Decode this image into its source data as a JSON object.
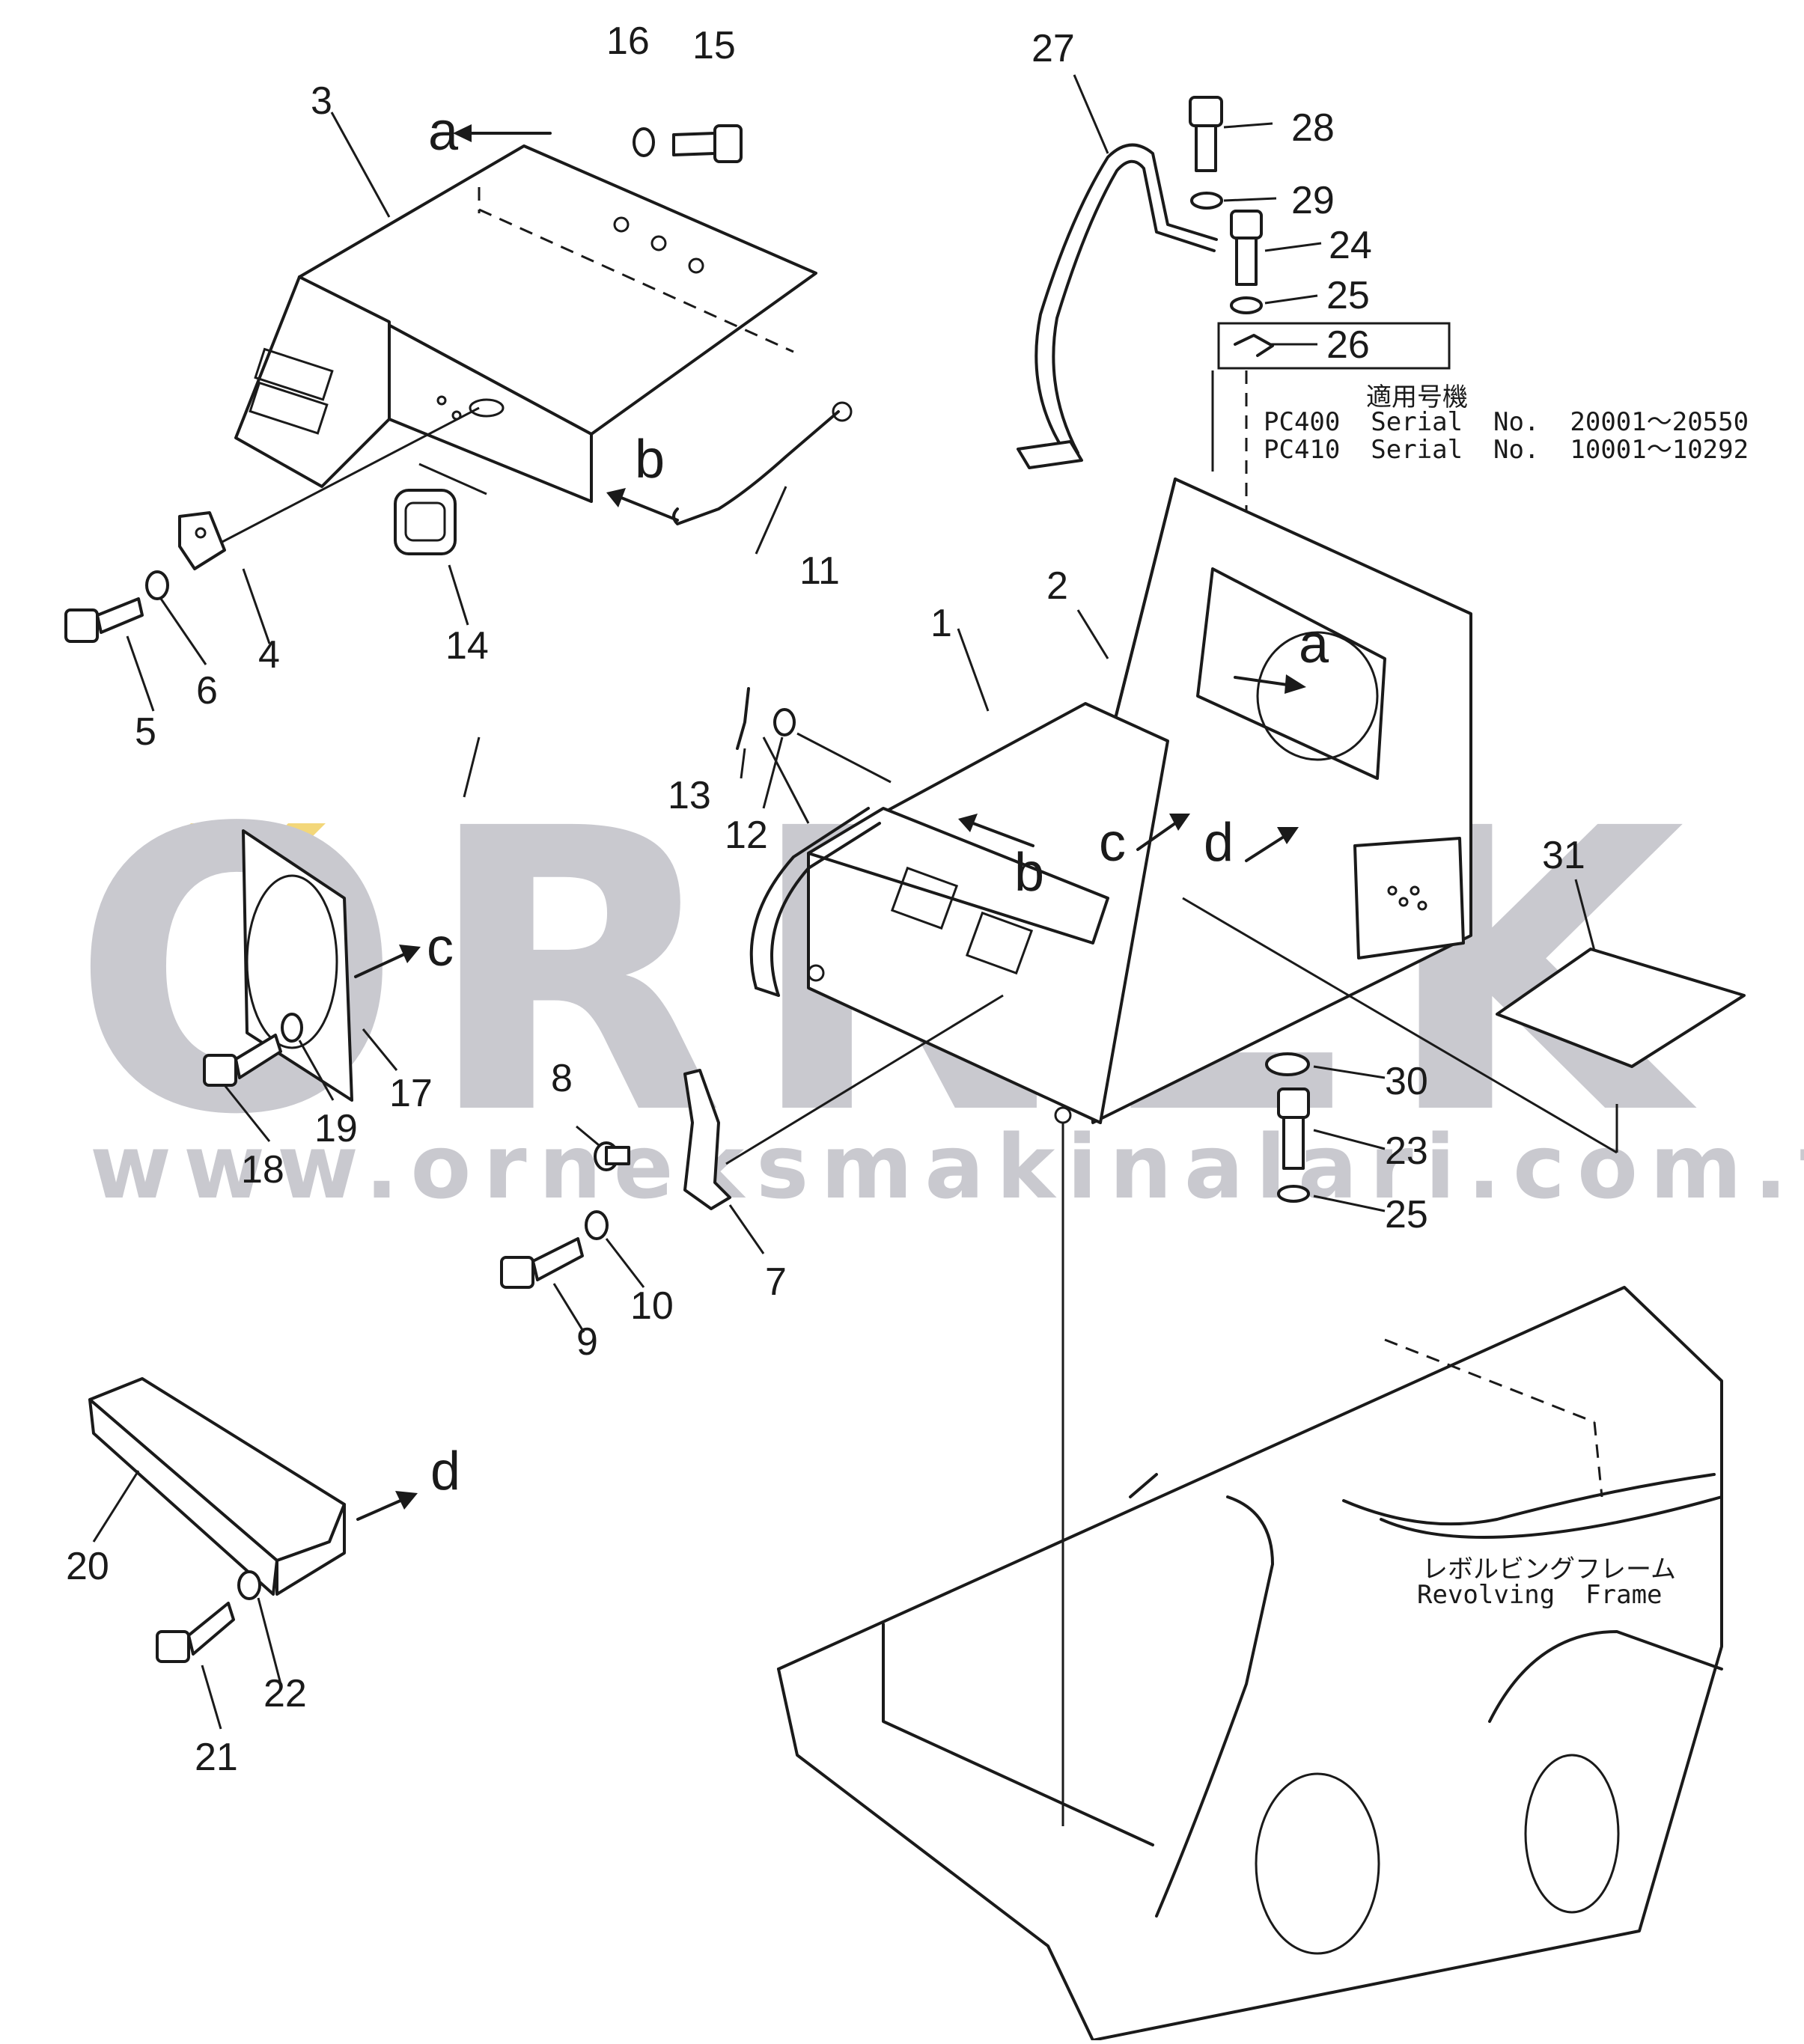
{
  "watermark": {
    "brand": "ORNEK",
    "url": "www.orneksmakinalari.com.tr"
  },
  "applicable_note": {
    "heading": "適用号機",
    "lines": [
      "PC400  Serial  No.  20001～20550",
      "PC410  Serial  No.  10001～10292"
    ]
  },
  "frame_label": {
    "jp": "レボルビングフレーム",
    "en": "Revolving  Frame"
  },
  "parts": [
    "1",
    "2",
    "3",
    "4",
    "5",
    "6",
    "7",
    "8",
    "9",
    "10",
    "11",
    "12",
    "13",
    "14",
    "15",
    "16",
    "17",
    "18",
    "19",
    "20",
    "21",
    "22",
    "23",
    "24",
    "25",
    "26",
    "27",
    "28",
    "29",
    "30",
    "31",
    "25"
  ],
  "connectors": [
    "a",
    "b",
    "c",
    "d",
    "a",
    "b",
    "c",
    "d"
  ]
}
